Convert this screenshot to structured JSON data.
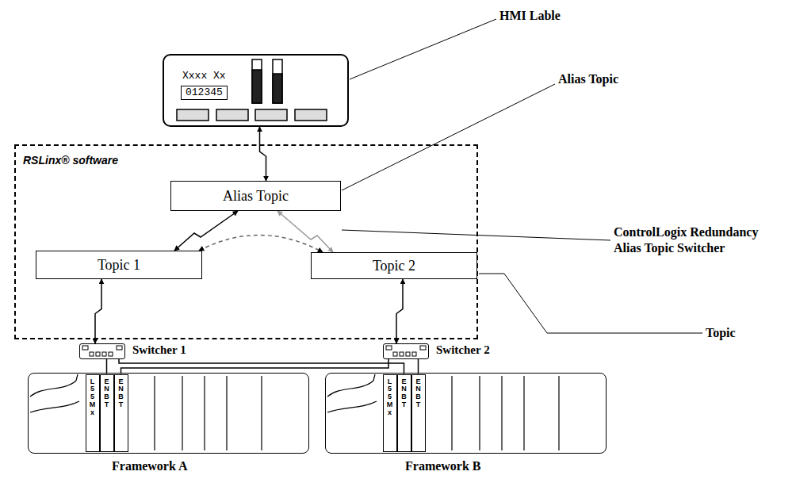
{
  "diagram": {
    "nodes": [
      {
        "text": [
          "Xxxx Xx",
          "012345"
        ]
      },
      {
        "text": [
          "RSLinx® software"
        ]
      },
      {
        "text": [
          "Alias Topic"
        ],
        "in": 1
      },
      {
        "text": [
          "Topic 1"
        ],
        "in": 1
      },
      {
        "text": [
          "Topic 2"
        ],
        "in": 1
      },
      {
        "text": [
          "Switcher 1"
        ]
      },
      {
        "text": [
          "Switcher 2"
        ]
      },
      {
        "text": [
          "Framework A"
        ]
      },
      {
        "text": [
          "L55Mx"
        ],
        "in": 7
      },
      {
        "text": [
          "ENBT"
        ],
        "in": 7
      },
      {
        "text": [
          "ENBT"
        ],
        "in": 7
      },
      {
        "text": [
          "Framework B"
        ]
      },
      {
        "text": [
          "L55Mx"
        ],
        "in": 11
      },
      {
        "text": [
          "ENBT"
        ],
        "in": 11
      },
      {
        "text": [
          "ENBT"
        ],
        "in": 11
      }
    ],
    "edges": [
      {
        "from": 0,
        "to": 2,
        "arrow": "both"
      },
      {
        "from": 3,
        "to": 2,
        "arrow": "both"
      },
      {
        "from": 4,
        "to": 2,
        "arrow": "both"
      },
      {
        "from": 3,
        "to": 4,
        "arrow": "both"
      },
      {
        "from": 5,
        "to": 3,
        "arrow": "both"
      },
      {
        "from": 6,
        "to": 4,
        "arrow": "both"
      },
      {
        "from": 5,
        "to": 9,
        "arrow": "none"
      },
      {
        "from": 5,
        "to": 13,
        "arrow": "none"
      },
      {
        "from": 6,
        "to": 10,
        "arrow": "none"
      },
      {
        "from": 6,
        "to": 14,
        "arrow": "none"
      }
    ],
    "labels": [
      "HMI Lable",
      "Alias Topic",
      "ControlLogix Redundancy Alias Topic Switcher",
      "Topic"
    ]
  }
}
